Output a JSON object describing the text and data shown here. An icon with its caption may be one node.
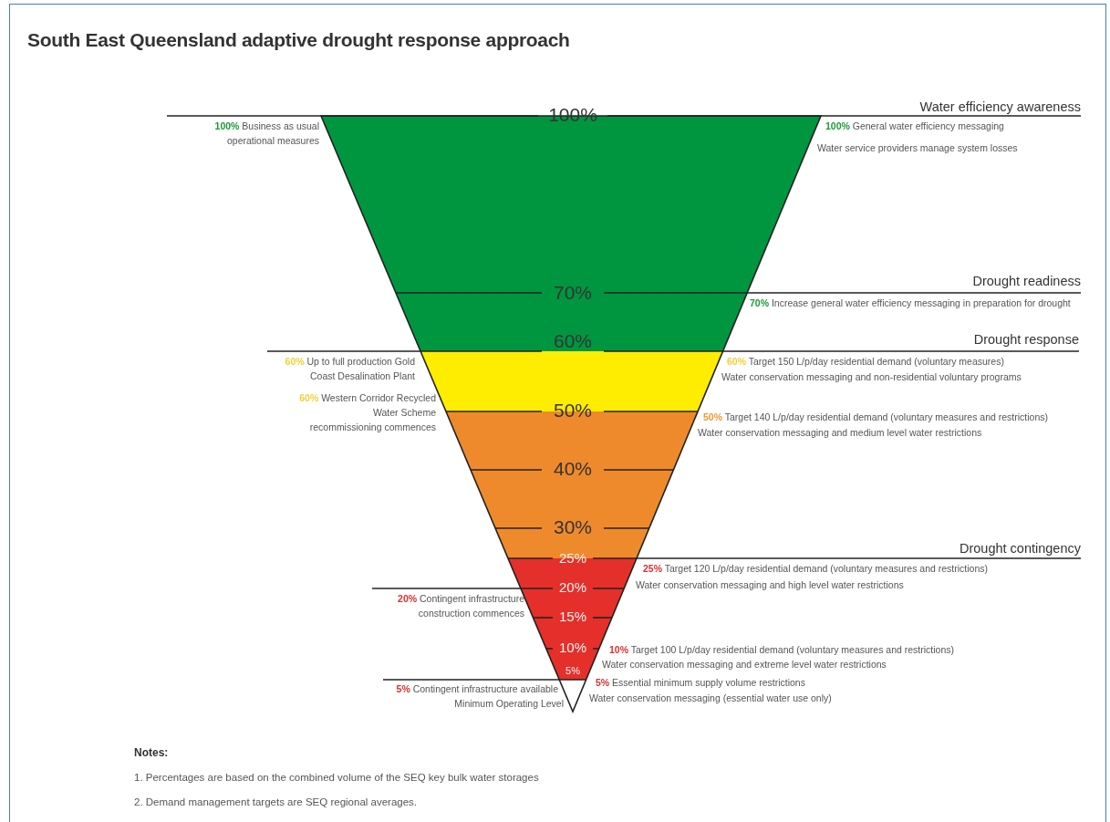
{
  "diagram": {
    "title": "South East Queensland adaptive drought response approach",
    "labels": [
      "Water efficiency awareness",
      "100%",
      "**100%** Business as usual operational measures",
      "**100%** General water efficiency messaging",
      "Water service providers manage system losses",
      "Drought readiness",
      "70%",
      "**70%** Increase general water efficiency messaging in preparation for drought",
      "Drought response",
      "60%",
      "**60%** Up to full production Gold Coast Desalination Plant",
      "**60%** Target 150 L/p/day residential demand (voluntary measures)",
      "Water conservation messaging and non-residential voluntary programs",
      "**60%** Western Corridor Recycled Water Scheme recommissioning commences",
      "50%",
      "**50%** Target 140 L/p/day residential demand (voluntary measures and restrictions)",
      "Water conservation messaging and medium level water restrictions",
      "40%",
      "30%",
      "Drought contingency",
      "25%",
      "**25%** Target 120 L/p/day residential demand (voluntary measures and restrictions)",
      "Water conservation messaging and high level water restrictions",
      "20%",
      "**20%** Contingent infrastructure construction commences",
      "15%",
      "10%",
      "**10%** Target 100 L/p/day residential demand (voluntary measures and restrictions)",
      "Water conservation messaging and extreme level water restrictions",
      "5%",
      "**5%** Contingent infrastructure available",
      "Minimum Operating Level",
      "**5%** Essential minimum supply volume restrictions",
      "Water conservation messaging (essential water use only)",
      "Notes:",
      "1. Percentages are based on the combined volume of the SEQ key bulk water storages",
      "2. Demand management targets are SEQ regional averages."
    ]
  }
}
